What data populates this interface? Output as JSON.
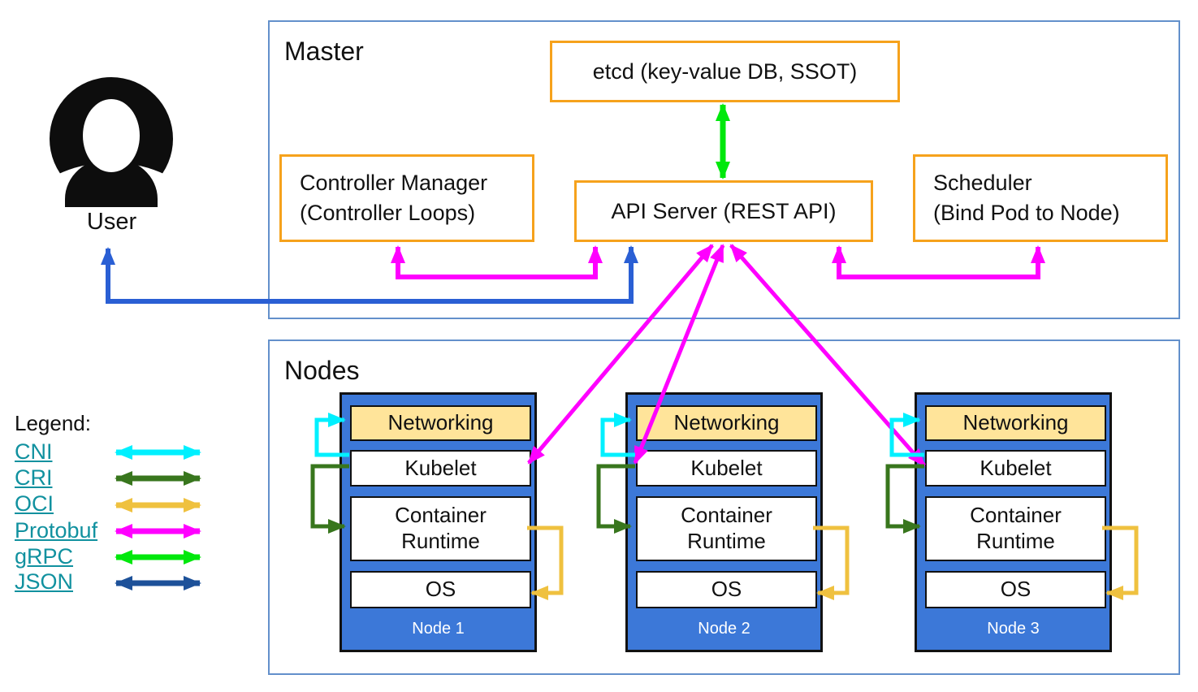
{
  "user": {
    "label": "User",
    "icon": "user-avatar-icon"
  },
  "master": {
    "title": "Master",
    "etcd": {
      "label": "etcd (key-value DB, SSOT)"
    },
    "controller_manager": {
      "line1": "Controller Manager",
      "line2": "(Controller Loops)"
    },
    "api_server": {
      "label": "API Server (REST API)"
    },
    "scheduler": {
      "line1": "Scheduler",
      "line2": "(Bind Pod to Node)"
    }
  },
  "nodes_section": {
    "title": "Nodes",
    "nodes": [
      {
        "name": "Node 1",
        "layers": [
          "Networking",
          "Kubelet",
          "Container Runtime",
          "OS"
        ]
      },
      {
        "name": "Node 2",
        "layers": [
          "Networking",
          "Kubelet",
          "Container Runtime",
          "OS"
        ]
      },
      {
        "name": "Node 3",
        "layers": [
          "Networking",
          "Kubelet",
          "Container Runtime",
          "OS"
        ]
      }
    ]
  },
  "legend": {
    "title": "Legend:",
    "items": [
      {
        "label": "CNI",
        "color": "#00F0FF"
      },
      {
        "label": "CRI",
        "color": "#38761D"
      },
      {
        "label": "OCI",
        "color": "#EFC13F"
      },
      {
        "label": "Protobuf",
        "color": "#FF00FF"
      },
      {
        "label": "gRPC",
        "color": "#00E80C"
      },
      {
        "label": "JSON",
        "color": "#1D5199"
      }
    ]
  },
  "colors": {
    "orange_box_border": "#F6A21C",
    "section_border": "#6390CB",
    "node_fill_blue": "#3C78D8",
    "networking_fill": "#FFE49A",
    "legend_link": "#11919F",
    "user_arrow_blue": "#2A5FD4"
  }
}
